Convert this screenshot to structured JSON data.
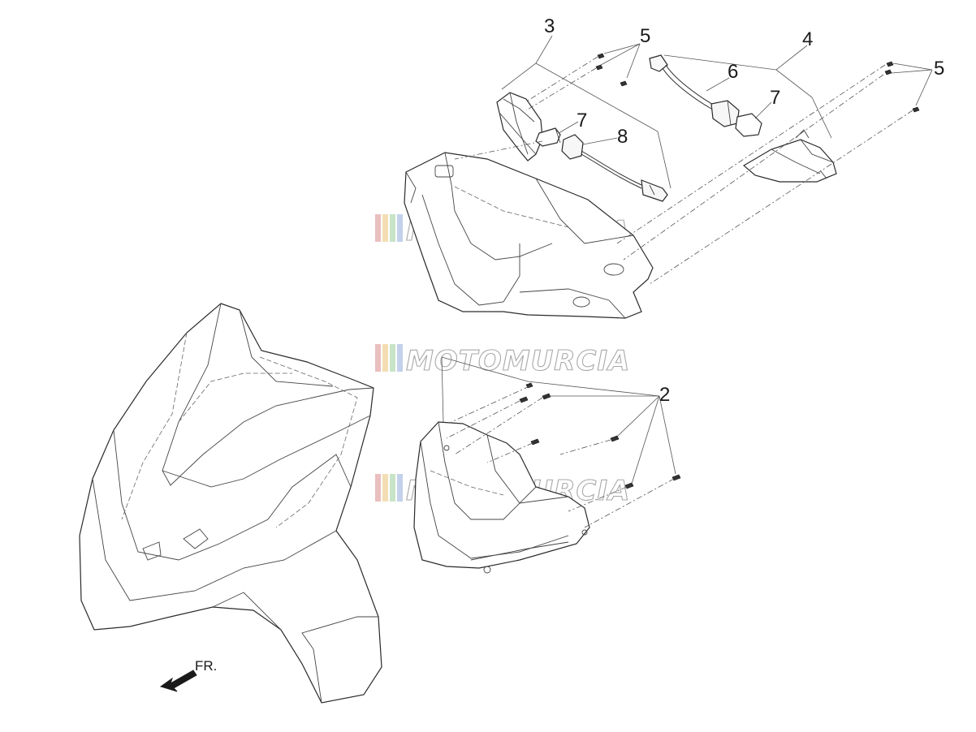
{
  "diagram": {
    "callouts": [
      {
        "id": "callout-3",
        "text": "3"
      },
      {
        "id": "callout-5-left",
        "text": "5"
      },
      {
        "id": "callout-4",
        "text": "4"
      },
      {
        "id": "callout-5-right",
        "text": "5"
      },
      {
        "id": "callout-6",
        "text": "6"
      },
      {
        "id": "callout-7-right",
        "text": "7"
      },
      {
        "id": "callout-7-left",
        "text": "7"
      },
      {
        "id": "callout-8",
        "text": "8"
      },
      {
        "id": "callout-2",
        "text": "2"
      }
    ],
    "direction_label": "FR.",
    "watermark": "MOTOMURCIA",
    "watermark_colors": [
      "#e8b4b4",
      "#f2d9a6",
      "#bfe0bf",
      "#b9c9e8"
    ]
  }
}
